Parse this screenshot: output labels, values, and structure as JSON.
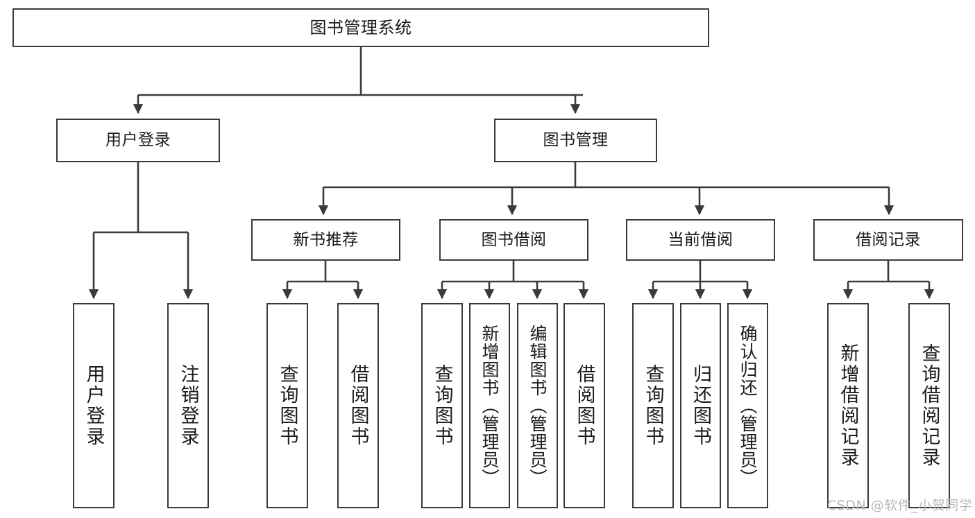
{
  "diagram": {
    "type": "tree-hierarchy",
    "title": "图书管理系统",
    "colors": {
      "border": "#3a3a3a",
      "text": "#1a1a1a",
      "background": "#ffffff",
      "watermark": "#b9b9b9"
    },
    "nodes": {
      "root": {
        "label": "图书管理系统"
      },
      "level2": [
        {
          "id": "user-login",
          "label": "用户登录"
        },
        {
          "id": "book-manage",
          "label": "图书管理"
        }
      ],
      "level3": [
        {
          "id": "new-book-recommend",
          "label": "新书推荐"
        },
        {
          "id": "book-borrow",
          "label": "图书借阅"
        },
        {
          "id": "current-borrow",
          "label": "当前借阅"
        },
        {
          "id": "borrow-record",
          "label": "借阅记录"
        }
      ],
      "leaves": {
        "user-login": [
          {
            "id": "leaf-user-login",
            "label": "用户登录"
          },
          {
            "id": "leaf-logout-login",
            "label": "注销登录"
          }
        ],
        "new-book-recommend": [
          {
            "id": "leaf-query-book-1",
            "label": "查询图书"
          },
          {
            "id": "leaf-borrow-book-1",
            "label": "借阅图书"
          }
        ],
        "book-borrow": [
          {
            "id": "leaf-query-book-2",
            "label": "查询图书"
          },
          {
            "id": "leaf-add-book",
            "label": "新增图书（管理员）"
          },
          {
            "id": "leaf-edit-book",
            "label": "编辑图书（管理员）"
          },
          {
            "id": "leaf-borrow-book-2",
            "label": "借阅图书"
          }
        ],
        "current-borrow": [
          {
            "id": "leaf-query-book-3",
            "label": "查询图书"
          },
          {
            "id": "leaf-return-book",
            "label": "归还图书"
          },
          {
            "id": "leaf-confirm-return",
            "label": "确认归还（管理员）"
          }
        ],
        "borrow-record": [
          {
            "id": "leaf-add-record",
            "label": "新增借阅记录"
          },
          {
            "id": "leaf-query-record",
            "label": "查询借阅记录"
          }
        ]
      }
    },
    "watermark": "CSDN @软件_小贺同学"
  }
}
